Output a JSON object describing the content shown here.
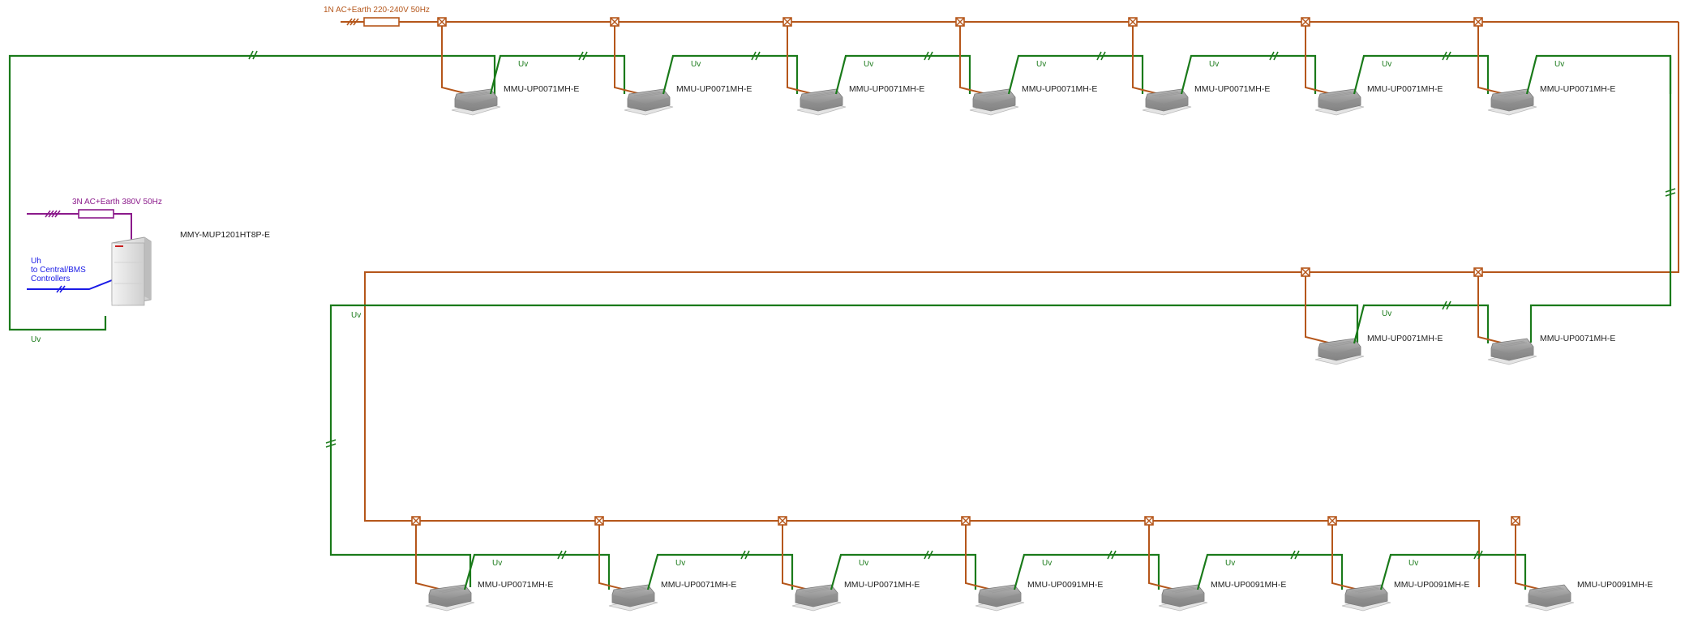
{
  "colors": {
    "power": "#b5561a",
    "control": "#1a7a1a",
    "outdoor_power": "#8b1a8b",
    "central": "#1a1ae6",
    "label": "#222222"
  },
  "outdoor": {
    "model": "MMY-MUP1201HT8P-E",
    "power_label": "3N AC+Earth 380V 50Hz",
    "central_label_1": "Uh",
    "central_label_2": "to Central/BMS",
    "central_label_3": "Controllers",
    "uv_label": "Uv"
  },
  "indoor_power_label": "1N AC+Earth 220-240V 50Hz",
  "uv": "Uv",
  "row1": [
    {
      "model": "MMU-UP0071MH-E"
    },
    {
      "model": "MMU-UP0071MH-E"
    },
    {
      "model": "MMU-UP0071MH-E"
    },
    {
      "model": "MMU-UP0071MH-E"
    },
    {
      "model": "MMU-UP0071MH-E"
    },
    {
      "model": "MMU-UP0071MH-E"
    },
    {
      "model": "MMU-UP0071MH-E"
    }
  ],
  "row2": [
    {
      "model": "MMU-UP0071MH-E"
    },
    {
      "model": "MMU-UP0071MH-E"
    }
  ],
  "row3": [
    {
      "model": "MMU-UP0071MH-E"
    },
    {
      "model": "MMU-UP0071MH-E"
    },
    {
      "model": "MMU-UP0071MH-E"
    },
    {
      "model": "MMU-UP0091MH-E"
    },
    {
      "model": "MMU-UP0091MH-E"
    },
    {
      "model": "MMU-UP0091MH-E"
    },
    {
      "model": "MMU-UP0091MH-E"
    }
  ]
}
